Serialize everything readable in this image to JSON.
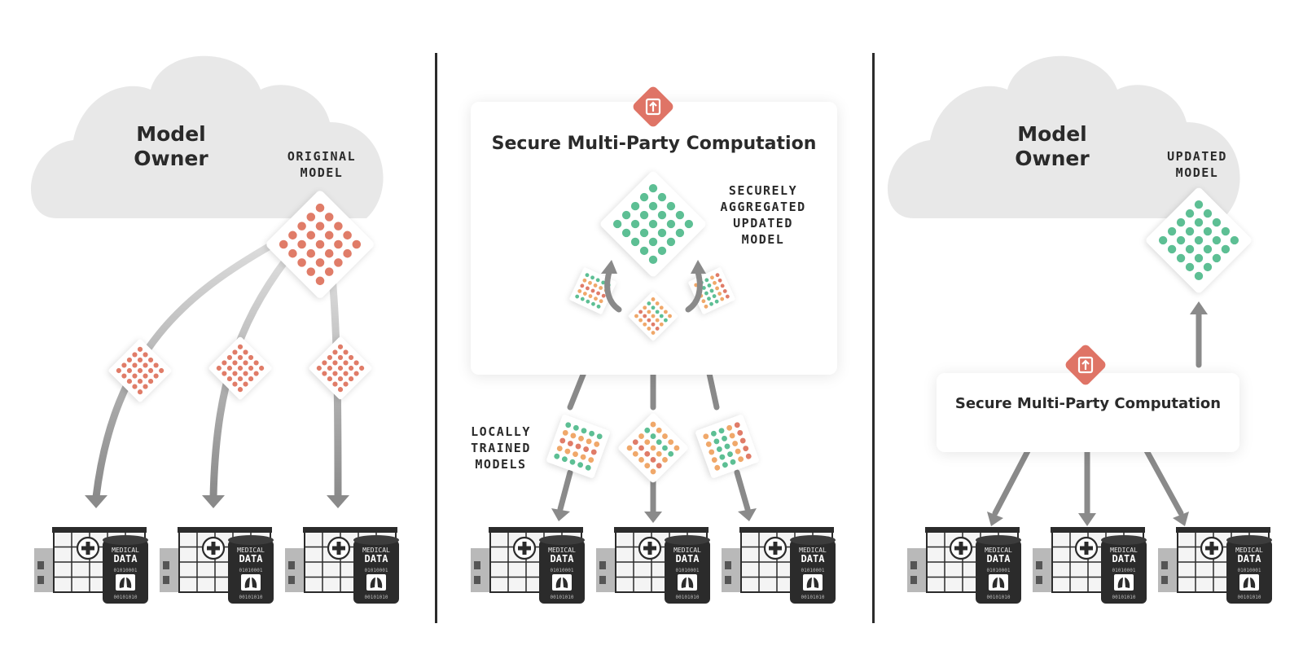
{
  "panels": [
    {
      "cloud_title_line1": "Model",
      "cloud_title_line2": "Owner",
      "model_label_line1": "ORIGINAL",
      "model_label_line2": "MODEL"
    },
    {
      "smpc_title": "Secure Multi-Party Computation",
      "aggregated_label_line1": "SECURELY",
      "aggregated_label_line2": "AGGREGATED",
      "aggregated_label_line3": "UPDATED",
      "aggregated_label_line4": "MODEL",
      "local_label_line1": "LOCALLY",
      "local_label_line2": "TRAINED",
      "local_label_line3": "MODELS"
    },
    {
      "cloud_title_line1": "Model",
      "cloud_title_line2": "Owner",
      "model_label_line1": "UPDATED",
      "model_label_line2": "MODEL",
      "smpc_title": "Secure Multi-Party Computation"
    }
  ],
  "database": {
    "line1": "MEDICAL",
    "line2": "DATA",
    "line3": "01010001",
    "line4": "00101010",
    "icon": "lungs-icon"
  },
  "icons": {
    "smpc": "lock-upload-icon",
    "hospital": "hospital-icon"
  },
  "colors": {
    "original_model": "#e07c68",
    "updated_model": "#5dbf94",
    "local_orange": "#f0a86a",
    "local_red": "#e07c68",
    "local_green": "#5dbf94",
    "smpc_badge": "#df7466",
    "cloud": "#e8e8e8",
    "arrow": "#8a8a8a",
    "divider": "#2b2b2b"
  }
}
